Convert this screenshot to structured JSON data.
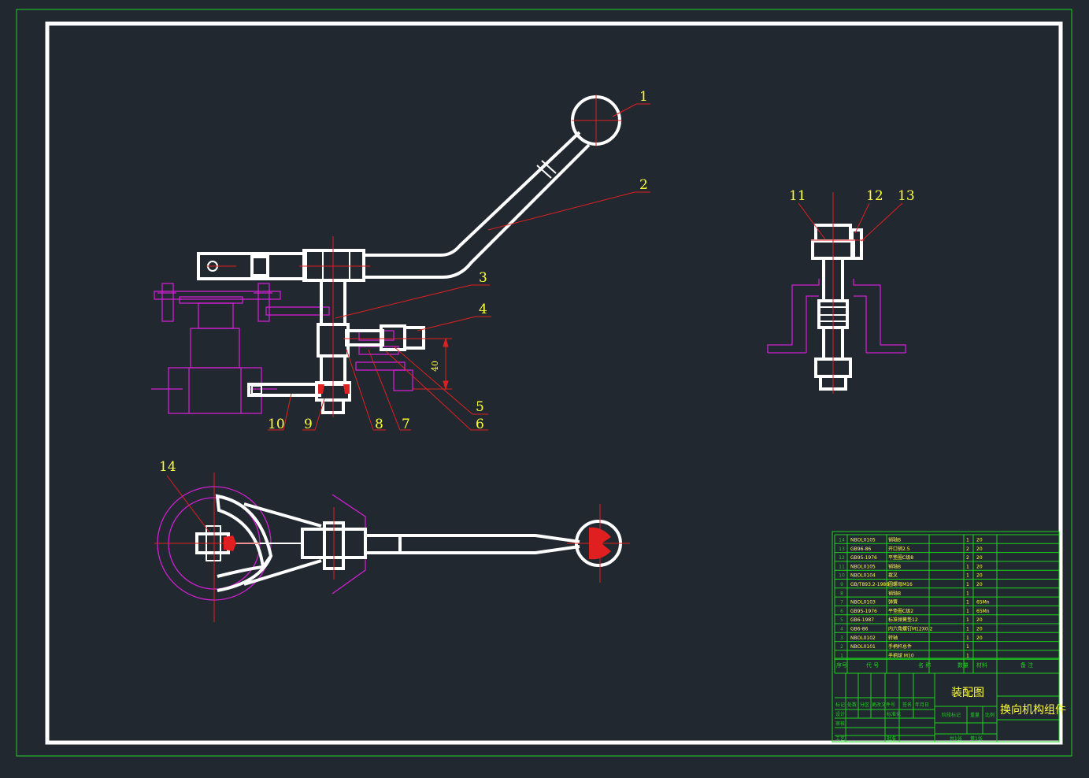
{
  "balloons": [
    {
      "num": "1"
    },
    {
      "num": "2"
    },
    {
      "num": "3"
    },
    {
      "num": "4"
    },
    {
      "num": "5"
    },
    {
      "num": "6"
    },
    {
      "num": "7"
    },
    {
      "num": "8"
    },
    {
      "num": "9"
    },
    {
      "num": "10"
    },
    {
      "num": "11"
    },
    {
      "num": "12"
    },
    {
      "num": "13"
    },
    {
      "num": "14"
    }
  ],
  "dimension": {
    "value": "40"
  },
  "bom": {
    "rows": [
      {
        "no": "14",
        "code": "NBOL0105",
        "name": "销轴B",
        "qty": "1",
        "mat": "20"
      },
      {
        "no": "13",
        "code": "GB96-86",
        "name": "开口销2.5",
        "qty": "2",
        "mat": "20"
      },
      {
        "no": "12",
        "code": "GB95-1976",
        "name": "平垫圈C级8",
        "qty": "2",
        "mat": "20"
      },
      {
        "no": "11",
        "code": "NBOL0105",
        "name": "销轴B",
        "qty": "1",
        "mat": "20"
      },
      {
        "no": "10",
        "code": "NBOL0104",
        "name": "拨叉",
        "qty": "1",
        "mat": "20"
      },
      {
        "no": "9",
        "code": "GB/T893.2-1986",
        "name": "圆螺母M16",
        "qty": "1",
        "mat": "20"
      },
      {
        "no": "8",
        "code": "",
        "name": "销轴B",
        "qty": "1",
        "mat": ""
      },
      {
        "no": "7",
        "code": "NBOL0103",
        "name": "弹簧",
        "qty": "1",
        "mat": "65Mn"
      },
      {
        "no": "6",
        "code": "GB95-1976",
        "name": "平垫圈C级2",
        "qty": "1",
        "mat": "65Mn"
      },
      {
        "no": "5",
        "code": "GB6-1987",
        "name": "标准弹簧垫12",
        "qty": "1",
        "mat": "20"
      },
      {
        "no": "4",
        "code": "GB6-86",
        "name": "内六角螺钉M12X0.2",
        "qty": "1",
        "mat": "20"
      },
      {
        "no": "3",
        "code": "NBOL0102",
        "name": "转轴",
        "qty": "1",
        "mat": "20"
      },
      {
        "no": "2",
        "code": "NBOL0101",
        "name": "手柄杆总件",
        "qty": "1",
        "mat": ""
      },
      {
        "no": "1",
        "code": "",
        "name": "手柄球 M10",
        "qty": "1",
        "mat": ""
      }
    ],
    "header": {
      "no": "序号",
      "code": "代 号",
      "name": "名 称",
      "qty": "数量",
      "mat": "材料",
      "remark": "备 注"
    }
  },
  "title_block": {
    "drawing_type": "装配图",
    "part_name": "换向机构组件",
    "mark": "标记",
    "count": "处数",
    "zone": "分区",
    "change_doc": "更改文件号",
    "sign": "签名",
    "date": "年月日",
    "design": "设计",
    "standard": "标准化",
    "review": "审核",
    "process": "工艺",
    "approve": "批准",
    "stage_mark": "阶段标记",
    "weight": "重量",
    "scale": "比例",
    "sheets": "共1张",
    "sheet_no": "第1张"
  },
  "colors": {
    "background": "#212830",
    "object": "#ffffff",
    "hidden": "#d020d0",
    "section": "#e02020",
    "frame": "#1ed21e",
    "text": "#ffff3c"
  }
}
